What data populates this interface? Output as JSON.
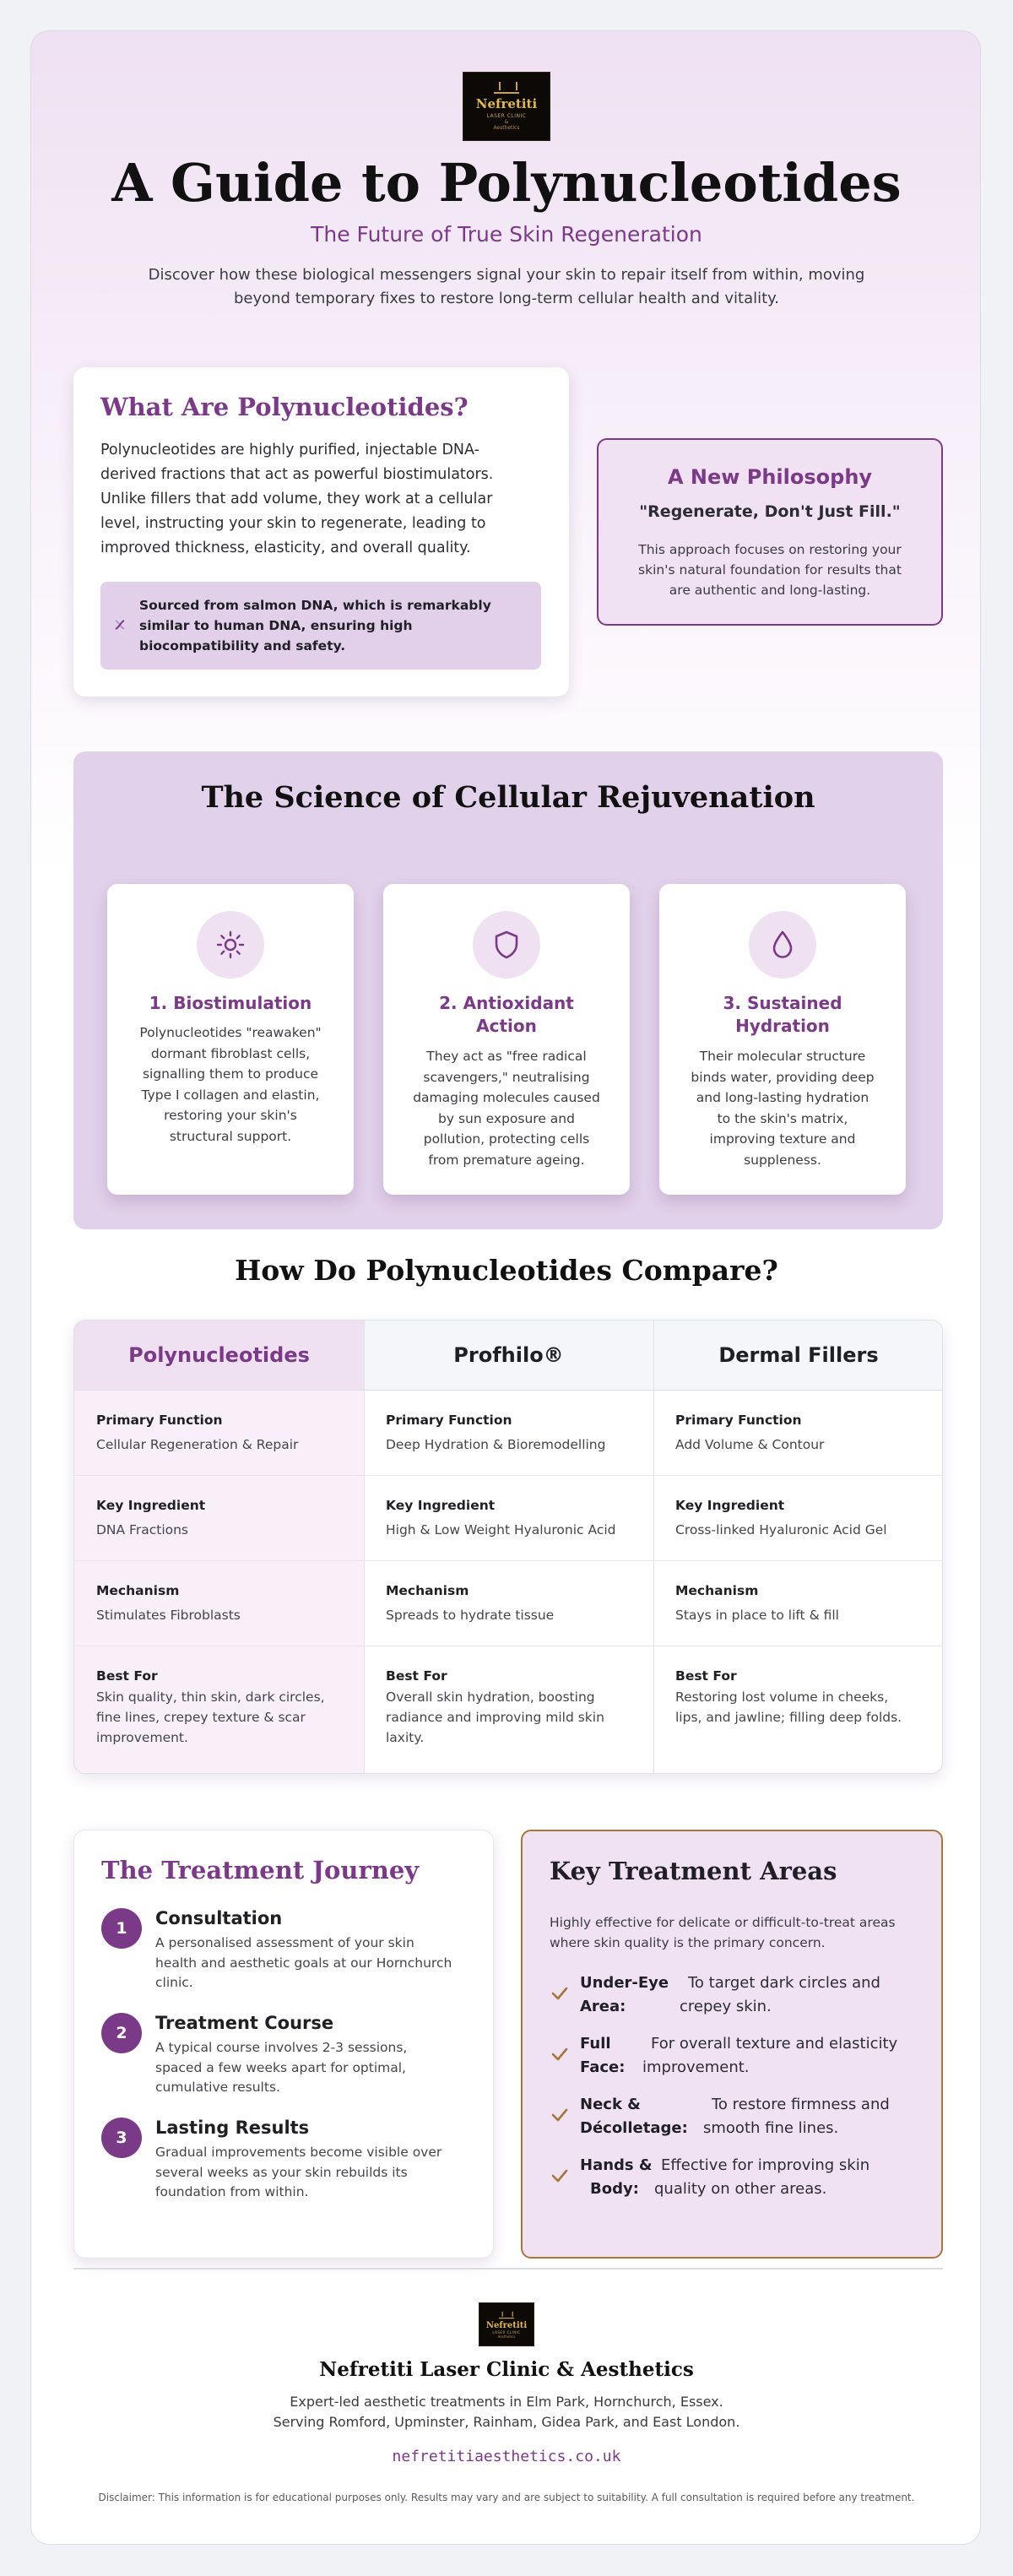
{
  "brand": {
    "logo_name": "Nefretiti",
    "logo_sub": "LASER CLINIC",
    "logo_amp": "&",
    "logo_tag": "Aesthetics"
  },
  "header": {
    "title": "A Guide to Polynucleotides",
    "subtitle": "The Future of True Skin Regeneration",
    "intro_line1": "Discover how these biological messengers signal your skin to repair itself from within, moving",
    "intro_line2": "beyond temporary fixes to restore long-term cellular health and vitality."
  },
  "what_are": {
    "heading": "What Are Polynucleotides?",
    "lines": [
      "Polynucleotides are highly purified, injectable DNA-",
      "derived fractions that act as powerful biostimulators.",
      "Unlike fillers that add volume, they work at a cellular",
      "level, instructing your skin to regenerate, leading to",
      "improved thickness, elasticity, and overall quality."
    ],
    "callout_lines": [
      "Sourced from salmon DNA, which is remarkably",
      "similar to human DNA, ensuring high",
      "biocompatibility and safety."
    ],
    "callout_icon": "dna-icon"
  },
  "philosophy": {
    "heading": "A New Philosophy",
    "quote": "\"Regenerate, Don't Just Fill.\"",
    "lines": [
      "This approach focuses on restoring your",
      "skin's natural foundation for results that",
      "are authentic and long-lasting."
    ]
  },
  "science": {
    "heading": "The Science of Cellular Rejuvenation",
    "cards": [
      {
        "icon": "sun-icon",
        "title_lines": [
          "1. Biostimulation"
        ],
        "lines": [
          "Polynucleotides \"reawaken\"",
          "dormant fibroblast cells,",
          "signalling them to produce",
          "Type I collagen and elastin,",
          "restoring your skin's",
          "structural support."
        ]
      },
      {
        "icon": "shield-icon",
        "title_lines": [
          "2. Antioxidant",
          "Action"
        ],
        "lines": [
          "They act as \"free radical",
          "scavengers,\" neutralising",
          "damaging molecules caused",
          "by sun exposure and",
          "pollution, protecting cells",
          "from premature ageing."
        ]
      },
      {
        "icon": "droplet-icon",
        "title_lines": [
          "3. Sustained",
          "Hydration"
        ],
        "lines": [
          "Their molecular structure",
          "binds water, providing deep",
          "and long-lasting hydration",
          "to the skin's matrix,",
          "improving texture and",
          "suppleness."
        ]
      }
    ]
  },
  "compare": {
    "heading": "How Do Polynucleotides Compare?",
    "columns": [
      "Polynucleotides",
      "Profhilo®",
      "Dermal Fillers"
    ],
    "rows": [
      {
        "label": "Primary Function",
        "cells": [
          [
            "Cellular Regeneration & Repair"
          ],
          [
            "Deep Hydration & Bioremodelling"
          ],
          [
            "Add Volume & Contour"
          ]
        ]
      },
      {
        "label": "Key Ingredient",
        "cells": [
          [
            "DNA Fractions"
          ],
          [
            "High & Low Weight Hyaluronic Acid"
          ],
          [
            "Cross-linked Hyaluronic Acid Gel"
          ]
        ]
      },
      {
        "label": "Mechanism",
        "cells": [
          [
            "Stimulates Fibroblasts"
          ],
          [
            "Spreads to hydrate tissue"
          ],
          [
            "Stays in place to lift & fill"
          ]
        ]
      },
      {
        "label": "Best For",
        "cells": [
          [
            "Skin quality, thin skin, dark circles,",
            "fine lines, crepey texture & scar",
            "improvement."
          ],
          [
            "Overall skin hydration, boosting",
            "radiance and improving mild skin",
            "laxity."
          ],
          [
            "Restoring lost volume in cheeks,",
            "lips, and jawline; filling deep folds."
          ]
        ]
      }
    ]
  },
  "journey": {
    "heading": "The Treatment Journey",
    "steps": [
      {
        "num": "1",
        "title": "Consultation",
        "lines": [
          "A personalised assessment of your skin",
          "health and aesthetic goals at our Hornchurch",
          "clinic."
        ]
      },
      {
        "num": "2",
        "title": "Treatment Course",
        "lines": [
          "A typical course involves 2-3 sessions,",
          "spaced a few weeks apart for optimal,",
          "cumulative results."
        ]
      },
      {
        "num": "3",
        "title": "Lasting Results",
        "lines": [
          "Gradual improvements become visible over",
          "several weeks as your skin rebuilds its",
          "foundation from within."
        ]
      }
    ]
  },
  "areas": {
    "heading": "Key Treatment Areas",
    "intro_lines": [
      "Highly effective for delicate or difficult-to-treat areas",
      "where skin quality is the primary concern."
    ],
    "items": [
      {
        "label_lines": [
          "Under-Eye",
          "Area:"
        ],
        "text_lines": [
          "To target dark circles and",
          "crepey skin."
        ]
      },
      {
        "label_lines": [
          "Full",
          "Face:"
        ],
        "text_lines": [
          "For overall texture and elasticity",
          "improvement."
        ]
      },
      {
        "label_lines": [
          "Neck &",
          "Décolletage:"
        ],
        "text_lines": [
          "To restore firmness and",
          "smooth fine lines."
        ]
      },
      {
        "label_lines": [
          "Hands &",
          "Body:"
        ],
        "text_lines": [
          "Effective for improving skin",
          "quality on other areas."
        ]
      }
    ]
  },
  "footer": {
    "clinic_name": "Nefretiti Laser Clinic & Aesthetics",
    "line1": "Expert-led aesthetic treatments in Elm Park, Hornchurch, Essex.",
    "line2": "Serving Romford, Upminster, Rainham, Gidea Park, and East London.",
    "website": "nefretitiaesthetics.co.uk",
    "disclaimer": "Disclaimer: This information is for educational purposes only. Results may vary and are subject to suitability. A full consultation is required before any treatment."
  },
  "colors": {
    "accent": "#7b3a88",
    "soft": "#efe1f2",
    "gold": "#a77638"
  }
}
